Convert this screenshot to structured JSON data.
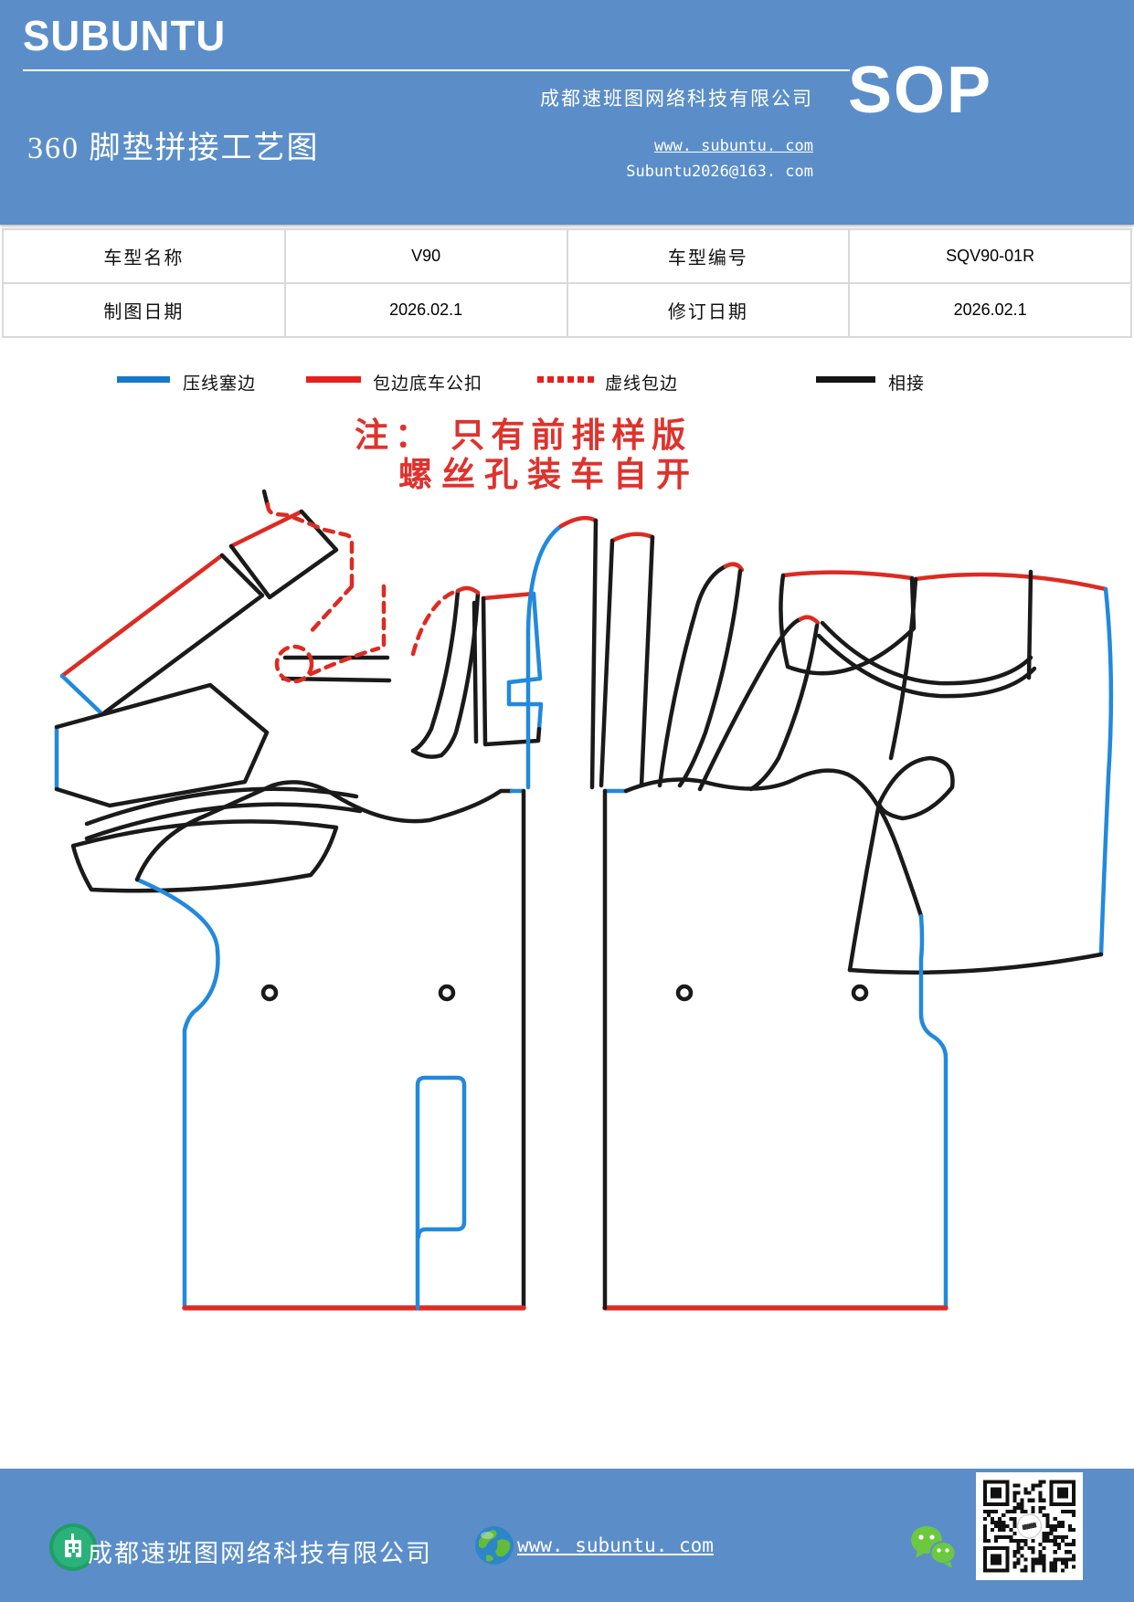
{
  "header": {
    "brand": "SUBUNTU",
    "title": "360 脚垫拼接工艺图",
    "company": "成都速班图网络科技有限公司",
    "sop": "SOP",
    "website": "www. subuntu. com",
    "email": "Subuntu2026@163. com"
  },
  "info_table": {
    "rows": [
      [
        "车型名称",
        "V90",
        "车型编号",
        "SQV90-01R"
      ],
      [
        "制图日期",
        "2026.02.1",
        "修订日期",
        "2026.02.1"
      ]
    ]
  },
  "legend": {
    "items": [
      {
        "label": "压线塞边",
        "color": "#1778c8",
        "style": "solid"
      },
      {
        "label": "包边底车公扣",
        "color": "#e4211c",
        "style": "solid"
      },
      {
        "label": "虚线包边",
        "color": "#e4211c",
        "style": "dotted"
      },
      {
        "label": "相接",
        "color": "#151515",
        "style": "solid"
      }
    ]
  },
  "note": {
    "line1": "注： 只有前排样版",
    "line2": "螺丝孔装车自开"
  },
  "diagram": {
    "type": "pattern-drawing",
    "subject": "360 floor mat stitching patterns, front-left and front-right pieces",
    "screw_holes": 4,
    "line_meanings": {
      "blue": "压线塞边",
      "red": "包边底车公扣",
      "red_dashed": "虚线包边",
      "black": "相接"
    }
  },
  "footer": {
    "company": "成都速班图网络科技有限公司",
    "website": "www. subuntu. com",
    "icons": [
      "building-icon",
      "globe-icon",
      "wechat-icon",
      "qr-code"
    ]
  },
  "colors": {
    "band_blue": "#5b8ec9",
    "drawing_blue": "#2289dd",
    "drawing_red": "#dd2b22",
    "drawing_black": "#1a1a1a",
    "note_red": "#df322d",
    "table_border": "#d9d9d9"
  }
}
